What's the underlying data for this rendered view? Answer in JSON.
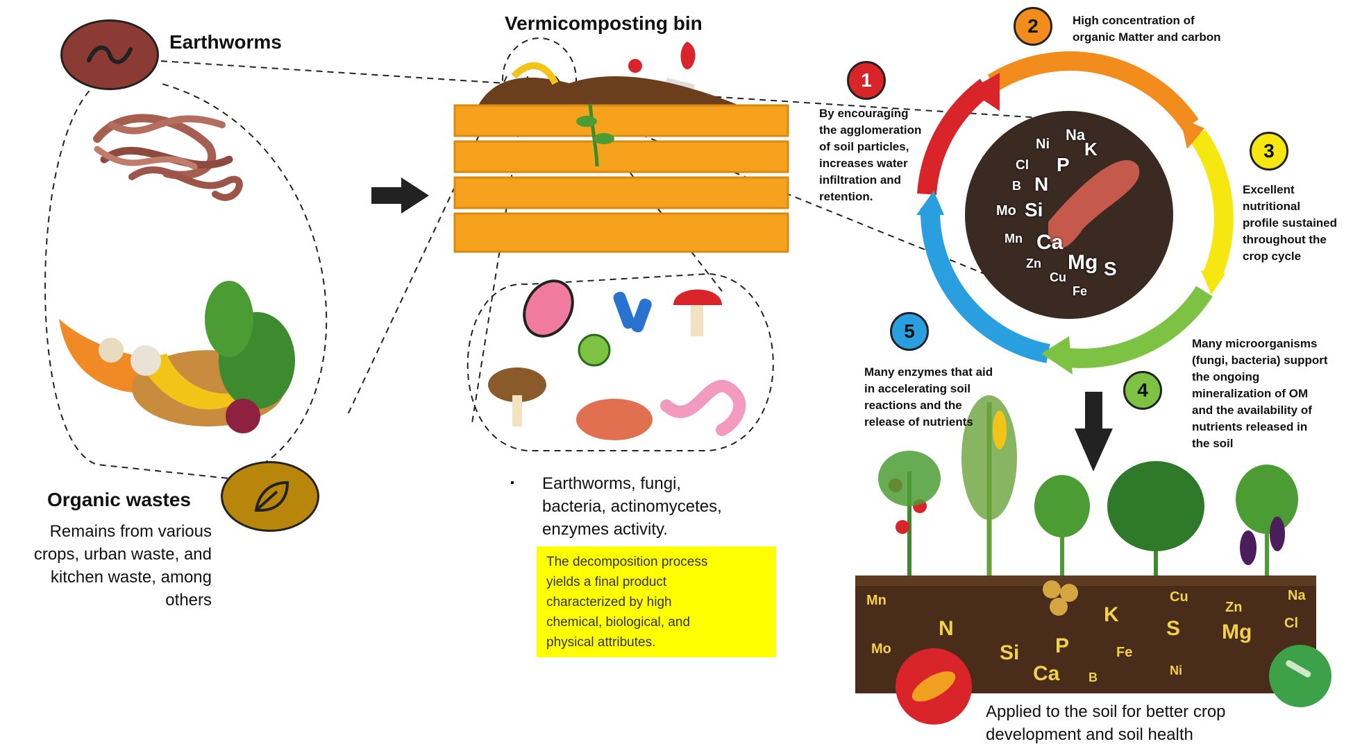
{
  "colors": {
    "bin": "#f7a21d",
    "bin_dark": "#d98a12",
    "worm_badge": "#8b3a34",
    "leaf_badge": "#b8860b",
    "highlight_box": "#ffff00",
    "soil": "#4a2c1a",
    "cycle_red": "#d9252a",
    "cycle_orange": "#f28c1c",
    "cycle_yellow": "#f5e70f",
    "cycle_green": "#7dc242",
    "cycle_blue": "#2a9fe0"
  },
  "left": {
    "earthworms_title": "Earthworms",
    "organic_title": "Organic wastes",
    "organic_desc": [
      "Remains from various",
      "crops, urban waste, and",
      "kitchen waste, among",
      "others"
    ],
    "worm_icon": "worm-icon",
    "leaf_icon": "leaf-icon"
  },
  "middle": {
    "bin_title": "Vermicomposting bin",
    "bullet": "▪",
    "bullet_text": [
      "Earthworms, fungi,",
      "bacteria, actinomycetes,",
      "enzymes activity."
    ],
    "highlight": [
      "The decomposition process",
      "yields a final product",
      "characterized by high",
      "chemical, biological, and",
      "physical attributes."
    ]
  },
  "cycle": {
    "elements": [
      "Na",
      "Ni",
      "K",
      "Cl",
      "P",
      "B",
      "N",
      "Mo",
      "Si",
      "Mn",
      "Ca",
      "Zn",
      "Mg",
      "S",
      "Cu",
      "Fe"
    ],
    "steps": [
      {
        "num": "1",
        "color": "#d9252a",
        "text": [
          "By encouraging",
          "the agglomeration",
          "of soil particles,",
          "increases water",
          "infiltration and",
          "retention."
        ]
      },
      {
        "num": "2",
        "color": "#f28c1c",
        "text": [
          "High concentration of",
          "organic Matter  and carbon"
        ]
      },
      {
        "num": "3",
        "color": "#f5e70f",
        "text": [
          "Excellent",
          "nutritional",
          "profile sustained",
          "throughout the",
          "crop cycle"
        ]
      },
      {
        "num": "4",
        "color": "#7dc242",
        "text": [
          "Many microorganisms",
          "(fungi, bacteria) support",
          "the ongoing",
          "mineralization of OM",
          "and the availability of",
          "nutrients released in",
          "the soil"
        ]
      },
      {
        "num": "5",
        "color": "#2a9fe0",
        "text": [
          "Many enzymes that aid",
          "in accelerating soil",
          "reactions and the",
          "release of nutrients"
        ]
      }
    ]
  },
  "soil": {
    "elements": [
      "Mn",
      "N",
      "Si",
      "P",
      "K",
      "S",
      "Cu",
      "Zn",
      "Mg",
      "Na",
      "Cl",
      "Mo",
      "Ca",
      "B",
      "Fe",
      "Ni"
    ],
    "caption": [
      "Applied to the soil for better crop",
      "development and soil health"
    ]
  }
}
